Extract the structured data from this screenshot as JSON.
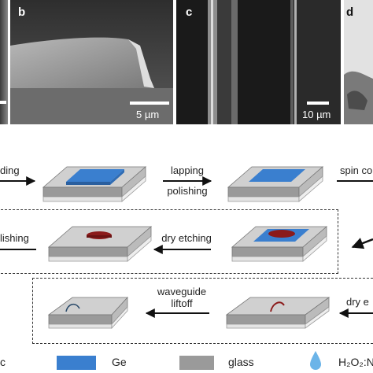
{
  "panels": {
    "a": {
      "label": "",
      "scalebar": ""
    },
    "b": {
      "label": "b",
      "scalebar": "5 µm"
    },
    "c": {
      "label": "c",
      "scalebar": "10 µm"
    },
    "d": {
      "label": "d"
    }
  },
  "steps": {
    "row1_left": "ding",
    "row1_mid_top": "lapping",
    "row1_mid_bottom": "polishing",
    "row1_right": "spin co",
    "row2_left": "lishing",
    "row2_mid": "dry etching",
    "row3_mid_top": "waveguide",
    "row3_mid_bottom": "liftoff",
    "row3_right": "dry e"
  },
  "legend": {
    "item0": "c",
    "ge": "Ge",
    "glass": "glass",
    "solution": "H₂O₂:N"
  },
  "colors": {
    "ge": "#3a7fcf",
    "glass": "#9a9a9a",
    "structure": "#8b1a1a",
    "droplet": "#6bb4e8"
  }
}
